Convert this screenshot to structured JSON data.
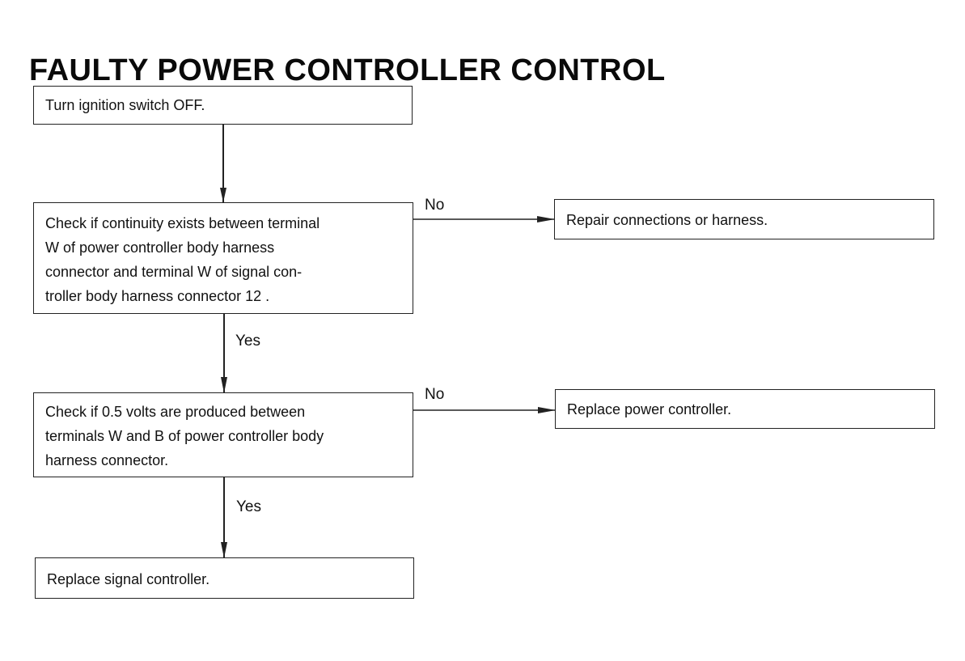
{
  "title": "FAULTY POWER CONTROLLER  CONTROL",
  "boxes": {
    "step1": "Turn ignition switch OFF.",
    "check1": "Check if continuity exists between terminal\nW of power controller body harness\nconnector and terminal W of signal con-\ntroller body harness connector  12 .",
    "repair": "Repair connections or harness.",
    "check2": "Check if 0.5 volts are produced between\nterminals W and B of power controller body\nharness connector.",
    "replace_power": "Replace power controller.",
    "replace_signal": "Replace signal controller."
  },
  "labels": {
    "no1": "No",
    "yes1": "Yes",
    "no2": "No",
    "yes2": "Yes"
  }
}
